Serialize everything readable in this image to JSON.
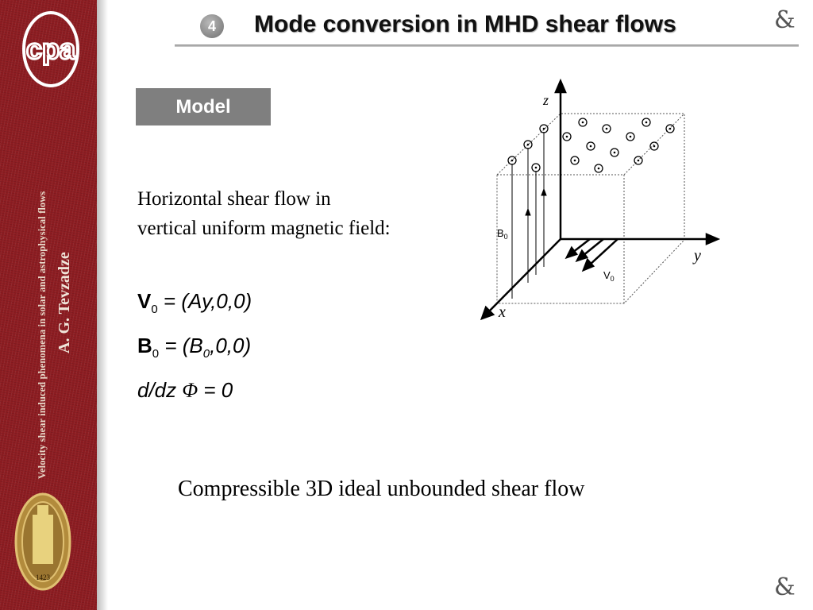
{
  "sidebar": {
    "subject": "Velocity shear induced phenomena in solar and astrophysical flows",
    "author": "A. G. Tevzadze",
    "logo_text": "cpa",
    "seal_year": "1423"
  },
  "header": {
    "number": "4",
    "title": "Mode conversion in MHD shear flows",
    "ornament": "&"
  },
  "model_tag": "Model",
  "description": "Horizontal shear flow in vertical uniform magnetic field:",
  "equations": {
    "v_symbol": "V",
    "v_sub": "0",
    "v_rhs": " = (Ay,0,0)",
    "b_symbol": "B",
    "b_sub": "0",
    "b_rhs_a": " = (B",
    "b_rhs_sub": "0",
    "b_rhs_b": ",0,0)",
    "d_lhs": "d/dz ",
    "d_phi": "Φ",
    "d_rhs": " = 0"
  },
  "diagram": {
    "axis_z": "z",
    "axis_y": "y",
    "axis_x": "x",
    "b_label": "B",
    "b_sub": "0",
    "v_label": "V",
    "v_sub": "0"
  },
  "caption": "Compressible 3D ideal unbounded shear flow",
  "colors": {
    "sidebar": "#8e1d22",
    "model_tag": "#7f7f7f"
  }
}
